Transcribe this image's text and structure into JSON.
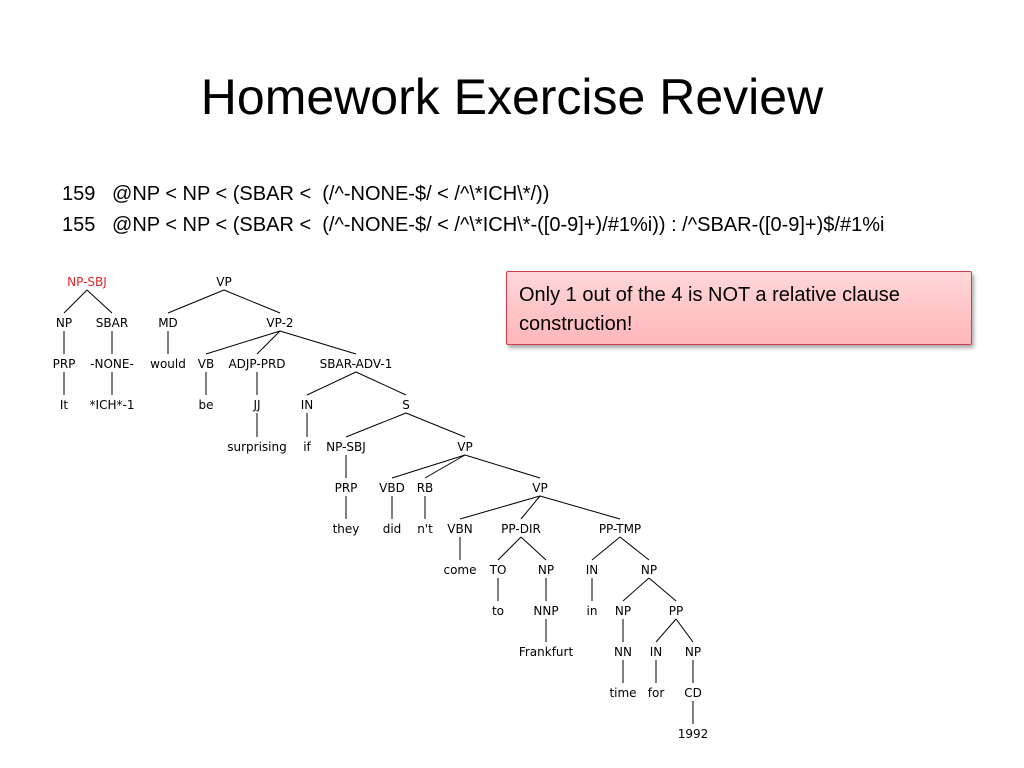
{
  "title": "Homework Exercise Review",
  "queries": [
    "159   @NP < NP < (SBAR <  (/^-NONE-$/ < /^\\*ICH\\*/))",
    "155   @NP < NP < (SBAR <  (/^-NONE-$/ < /^\\*ICH\\*-([0-9]+)/#1%i)) : /^SBAR-([0-9]+)$/#1%i"
  ],
  "callout": "Only 1 out of the 4 is NOT a relative clause construction!",
  "colors": {
    "highlight_node": "#e0252a",
    "callout_border": "#c9414b",
    "callout_fill": "#ffc4c7"
  },
  "tree": {
    "nodes": [
      {
        "id": "npsbj",
        "label": "NP-SBJ",
        "highlight": true
      },
      {
        "id": "np1",
        "label": "NP"
      },
      {
        "id": "sbar1",
        "label": "SBAR"
      },
      {
        "id": "prp1",
        "label": "PRP"
      },
      {
        "id": "none1",
        "label": "-NONE-"
      },
      {
        "id": "it",
        "label": "It"
      },
      {
        "id": "ich",
        "label": "*ICH*-1"
      },
      {
        "id": "vp1",
        "label": "VP"
      },
      {
        "id": "md",
        "label": "MD"
      },
      {
        "id": "would",
        "label": "would"
      },
      {
        "id": "vp2",
        "label": "VP-2"
      },
      {
        "id": "vb",
        "label": "VB"
      },
      {
        "id": "be",
        "label": "be"
      },
      {
        "id": "adjp",
        "label": "ADJP-PRD"
      },
      {
        "id": "jj",
        "label": "JJ"
      },
      {
        "id": "surprising",
        "label": "surprising"
      },
      {
        "id": "sbaradv",
        "label": "SBAR-ADV-1"
      },
      {
        "id": "in1",
        "label": "IN"
      },
      {
        "id": "if",
        "label": "if"
      },
      {
        "id": "s",
        "label": "S"
      },
      {
        "id": "npsbj2",
        "label": "NP-SBJ"
      },
      {
        "id": "prp2",
        "label": "PRP"
      },
      {
        "id": "they",
        "label": "they"
      },
      {
        "id": "vp3",
        "label": "VP"
      },
      {
        "id": "vbd",
        "label": "VBD"
      },
      {
        "id": "did",
        "label": "did"
      },
      {
        "id": "rb",
        "label": "RB"
      },
      {
        "id": "nt",
        "label": "n't"
      },
      {
        "id": "vp4",
        "label": "VP"
      },
      {
        "id": "vbn",
        "label": "VBN"
      },
      {
        "id": "come",
        "label": "come"
      },
      {
        "id": "ppdir",
        "label": "PP-DIR"
      },
      {
        "id": "to1",
        "label": "TO"
      },
      {
        "id": "to2",
        "label": "to"
      },
      {
        "id": "np2",
        "label": "NP"
      },
      {
        "id": "nnp",
        "label": "NNP"
      },
      {
        "id": "frankfurt",
        "label": "Frankfurt"
      },
      {
        "id": "pptmp",
        "label": "PP-TMP"
      },
      {
        "id": "in2",
        "label": "IN"
      },
      {
        "id": "in3",
        "label": "in"
      },
      {
        "id": "np3",
        "label": "NP"
      },
      {
        "id": "np4",
        "label": "NP"
      },
      {
        "id": "nn",
        "label": "NN"
      },
      {
        "id": "time",
        "label": "time"
      },
      {
        "id": "pp",
        "label": "PP"
      },
      {
        "id": "in4",
        "label": "IN"
      },
      {
        "id": "for",
        "label": "for"
      },
      {
        "id": "np5",
        "label": "NP"
      },
      {
        "id": "cd",
        "label": "CD"
      },
      {
        "id": "y1992",
        "label": "1992"
      }
    ],
    "edges": [
      [
        "npsbj",
        "np1"
      ],
      [
        "npsbj",
        "sbar1"
      ],
      [
        "np1",
        "prp1"
      ],
      [
        "prp1",
        "it"
      ],
      [
        "sbar1",
        "none1"
      ],
      [
        "none1",
        "ich"
      ],
      [
        "vp1",
        "md"
      ],
      [
        "vp1",
        "vp2"
      ],
      [
        "md",
        "would"
      ],
      [
        "vp2",
        "vb"
      ],
      [
        "vp2",
        "adjp"
      ],
      [
        "vp2",
        "sbaradv"
      ],
      [
        "vb",
        "be"
      ],
      [
        "adjp",
        "jj"
      ],
      [
        "jj",
        "surprising"
      ],
      [
        "sbaradv",
        "in1"
      ],
      [
        "sbaradv",
        "s"
      ],
      [
        "in1",
        "if"
      ],
      [
        "s",
        "npsbj2"
      ],
      [
        "s",
        "vp3"
      ],
      [
        "npsbj2",
        "prp2"
      ],
      [
        "prp2",
        "they"
      ],
      [
        "vp3",
        "vbd"
      ],
      [
        "vp3",
        "rb"
      ],
      [
        "vp3",
        "vp4"
      ],
      [
        "vbd",
        "did"
      ],
      [
        "rb",
        "nt"
      ],
      [
        "vp4",
        "vbn"
      ],
      [
        "vp4",
        "ppdir"
      ],
      [
        "vp4",
        "pptmp"
      ],
      [
        "vbn",
        "come"
      ],
      [
        "ppdir",
        "to1"
      ],
      [
        "ppdir",
        "np2"
      ],
      [
        "to1",
        "to2"
      ],
      [
        "np2",
        "nnp"
      ],
      [
        "nnp",
        "frankfurt"
      ],
      [
        "pptmp",
        "in2"
      ],
      [
        "pptmp",
        "np3"
      ],
      [
        "in2",
        "in3"
      ],
      [
        "np3",
        "np4"
      ],
      [
        "np3",
        "pp"
      ],
      [
        "np4",
        "nn"
      ],
      [
        "nn",
        "time"
      ],
      [
        "pp",
        "in4"
      ],
      [
        "pp",
        "np5"
      ],
      [
        "in4",
        "for"
      ],
      [
        "np5",
        "cd"
      ],
      [
        "cd",
        "y1992"
      ]
    ]
  }
}
